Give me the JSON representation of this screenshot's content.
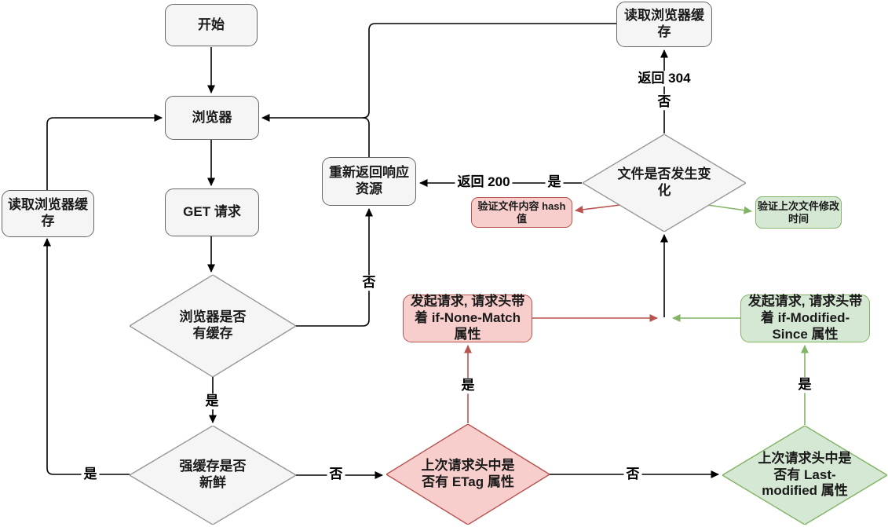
{
  "diagram": {
    "title_hint": "browser-http-cache-flowchart",
    "colors": {
      "node_fill": "#f5f5f5",
      "node_border": "#666666",
      "diamond_border": "#999999",
      "etag_fill": "#f8cecc",
      "etag_border": "#b85450",
      "last_modified_fill": "#d5e8d4",
      "last_modified_border": "#82b366",
      "edge_black": "#000000",
      "edge_red": "#b85450",
      "edge_green": "#82b366"
    },
    "nodes": {
      "start": {
        "label": "开始"
      },
      "browser": {
        "label": "浏览器"
      },
      "get_request": {
        "label": "GET 请求"
      },
      "has_cache": {
        "label": "浏览器是否 有缓存"
      },
      "cache_fresh": {
        "label": "强缓存是否 新鲜"
      },
      "read_cache_left": {
        "label": "读取浏览器缓存"
      },
      "read_cache_top": {
        "label": "读取浏览器缓存"
      },
      "return_resource": {
        "label": "重新返回响应 资源"
      },
      "file_changed": {
        "label": "文件是否发生变 化"
      },
      "verify_hash": {
        "label": "验证文件内容 hash 值"
      },
      "verify_mtime": {
        "label": "验证上次文件修改 时间"
      },
      "request_none_match": {
        "label": "发起请求, 请求头带 着 if-None-Match 属性"
      },
      "request_modified_since": {
        "label": "发起请求, 请求头带 着 if-Modified- Since 属性"
      },
      "has_etag": {
        "label": "上次请求头中是 否有 ETag 属性"
      },
      "has_last_modified": {
        "label": "上次请求头中是 否有 Last- modified 属性"
      }
    },
    "edge_labels": {
      "yes_has_cache": "是",
      "yes_fresh": "是",
      "no_fresh": "否",
      "no_has_cache": "否",
      "yes_etag": "是",
      "no_etag": "否",
      "yes_last_modified": "是",
      "yes_changed": "是",
      "return_200": "返回 200",
      "no_changed": "否",
      "return_304": "返回 304"
    }
  }
}
